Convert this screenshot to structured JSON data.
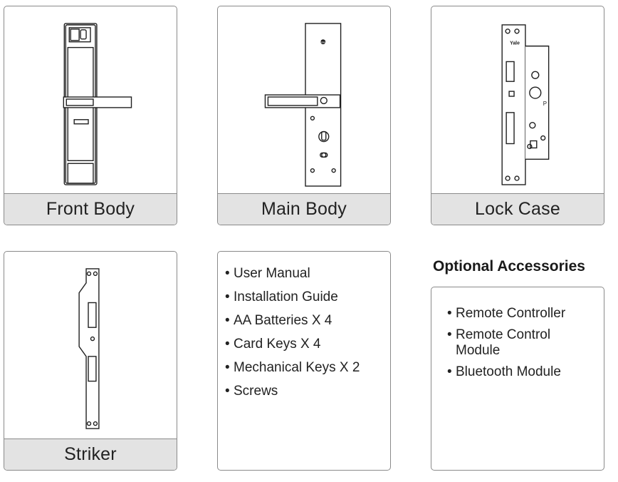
{
  "cards": [
    {
      "label": "Front Body"
    },
    {
      "label": "Main Body"
    },
    {
      "label": "Lock Case"
    },
    {
      "label": "Striker"
    }
  ],
  "included_items": [
    "User Manual",
    "Installation Guide",
    "AA Batteries X 4",
    "Card Keys X 4",
    "Mechanical Keys X 2",
    "Screws"
  ],
  "optional": {
    "heading": "Optional Accessories",
    "items": [
      "Remote Controller",
      "Remote Control Module",
      "Bluetooth Module"
    ]
  },
  "logo_text": "Yale"
}
